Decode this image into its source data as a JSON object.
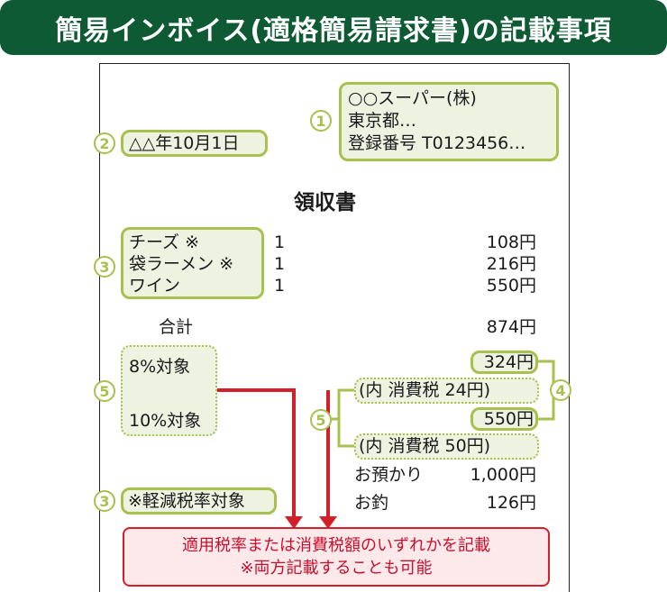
{
  "title": "簡易インボイス(適格簡易請求書)の記載事項",
  "markers": {
    "m1": "1",
    "m2": "2",
    "m3a": "3",
    "m3b": "3",
    "m4": "4",
    "m5a": "5",
    "m5b": "5"
  },
  "shop": {
    "name": "○○スーパー(株)",
    "address": "東京都…",
    "reg": "登録番号 T0123456…"
  },
  "date": "△△年10月1日",
  "heading": "領収書",
  "items": [
    {
      "name": "チーズ ※",
      "qty": "1",
      "price": "108円"
    },
    {
      "name": "袋ラーメン ※",
      "qty": "1",
      "price": "216円"
    },
    {
      "name": "ワイン",
      "qty": "1",
      "price": "550円"
    }
  ],
  "total_label": "合計",
  "total_value": "874円",
  "rate8_label": "8%対象",
  "rate10_label": "10%対象",
  "rate8_value": "324円",
  "tax8": "(内 消費税 24円)",
  "rate10_value": "550円",
  "tax10": "(内 消費税 50円)",
  "deposit_label": "お預かり",
  "deposit_value": "1,000円",
  "change_label": "お釣",
  "change_value": "126円",
  "reduced_note": "※軽減税率対象",
  "note_line1": "適用税率または消費税額のいずれかを記載",
  "note_line2": "※両方記載することも可能",
  "colors": {
    "title_bg": "#0e5a34",
    "accent": "#a7c04e",
    "box_fill": "#eef2e1",
    "arrow": "#d21f2a",
    "note_fill": "#fde8ea"
  }
}
